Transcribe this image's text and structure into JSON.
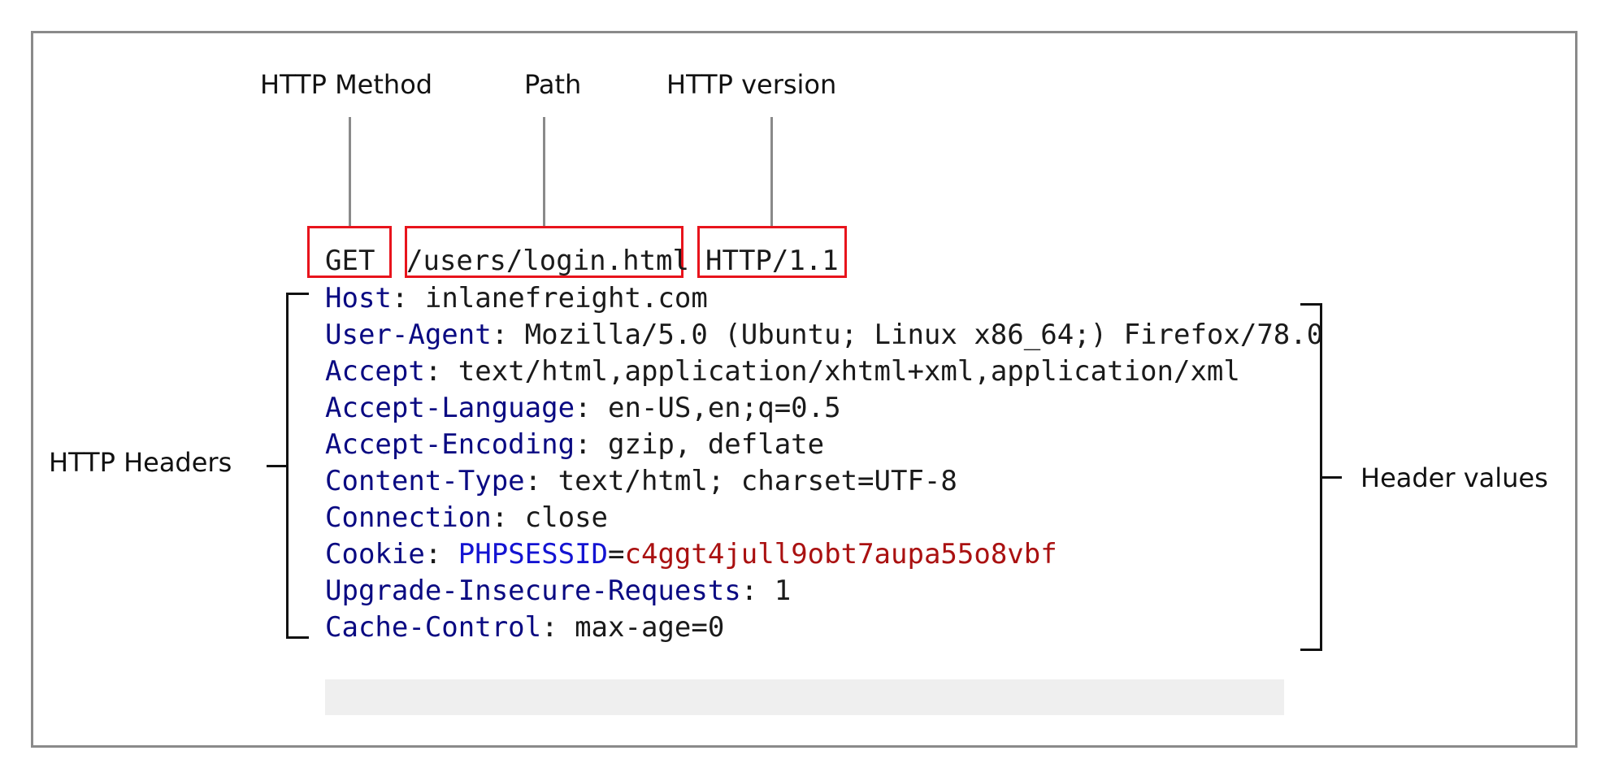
{
  "annotations": {
    "method": "HTTP Method",
    "path": "Path",
    "version": "HTTP version",
    "headers": "HTTP Headers",
    "values": "Header values"
  },
  "request_line": {
    "method": "GET",
    "path": "/users/login.html",
    "version": "HTTP/1.1"
  },
  "headers": [
    {
      "name": "Host",
      "value": "inlanefreight.com"
    },
    {
      "name": "User-Agent",
      "value": "Mozilla/5.0 (Ubuntu; Linux x86_64;) Firefox/78.0"
    },
    {
      "name": "Accept",
      "value": "text/html,application/xhtml+xml,application/xml"
    },
    {
      "name": "Accept-Language",
      "value": "en-US,en;q=0.5"
    },
    {
      "name": "Accept-Encoding",
      "value": "gzip, deflate"
    },
    {
      "name": "Content-Type",
      "value": "text/html; charset=UTF-8"
    },
    {
      "name": "Connection",
      "value": "close"
    },
    {
      "name": "Cookie",
      "cookie_name": "PHPSESSID",
      "cookie_value": "c4ggt4jull9obt7aupa55o8vbf"
    },
    {
      "name": "Upgrade-Insecure-Requests",
      "value": "1"
    },
    {
      "name": "Cache-Control",
      "value": "max-age=0"
    }
  ],
  "colors": {
    "header_name": "#0a0a82",
    "cookie_name": "#1414d2",
    "cookie_value": "#aa1111",
    "highlight_box": "#e8141c",
    "frame": "#8a8a8a"
  }
}
